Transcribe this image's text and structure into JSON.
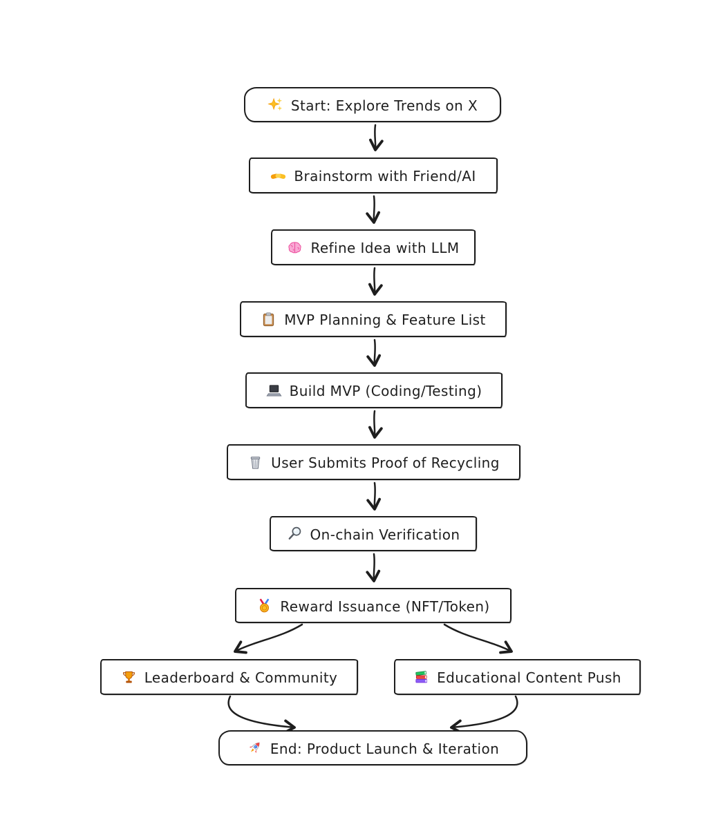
{
  "flowchart": {
    "background_color": "#ffffff",
    "stroke_color": "#1e1e1e",
    "node_fill_color": "#ffffff",
    "nodes": [
      {
        "id": "start",
        "emoji": "✨",
        "icon": "sparkles-icon",
        "label": "Start: Explore Trends on X",
        "shape": "rounded"
      },
      {
        "id": "brainstorm",
        "emoji": "🤝",
        "icon": "handshake-icon",
        "label": "Brainstorm with Friend/AI",
        "shape": "rect"
      },
      {
        "id": "refine",
        "emoji": "🧠",
        "icon": "brain-icon",
        "label": "Refine Idea with LLM",
        "shape": "rect"
      },
      {
        "id": "mvp-planning",
        "emoji": "📋",
        "icon": "clipboard-icon",
        "label": "MVP Planning & Feature List",
        "shape": "rect"
      },
      {
        "id": "build-mvp",
        "emoji": "💻",
        "icon": "laptop-icon",
        "label": "Build MVP (Coding/Testing)",
        "shape": "rect"
      },
      {
        "id": "submit-proof",
        "emoji": "🗑️",
        "icon": "wastebasket-icon",
        "label": "User Submits Proof of Recycling",
        "shape": "rect"
      },
      {
        "id": "verification",
        "emoji": "🔍",
        "icon": "magnifier-icon",
        "label": "On-chain Verification",
        "shape": "rect"
      },
      {
        "id": "reward",
        "emoji": "🏅",
        "icon": "medal-icon",
        "label": "Reward Issuance (NFT/Token)",
        "shape": "rect"
      },
      {
        "id": "leaderboard",
        "emoji": "🏆",
        "icon": "trophy-icon",
        "label": "Leaderboard & Community",
        "shape": "rect"
      },
      {
        "id": "education",
        "emoji": "📚",
        "icon": "books-icon",
        "label": "Educational Content Push",
        "shape": "rect"
      },
      {
        "id": "end",
        "emoji": "🚀",
        "icon": "rocket-icon",
        "label": "End: Product Launch & Iteration",
        "shape": "rounded"
      }
    ],
    "edges": [
      {
        "from": "start",
        "to": "brainstorm"
      },
      {
        "from": "brainstorm",
        "to": "refine"
      },
      {
        "from": "refine",
        "to": "mvp-planning"
      },
      {
        "from": "mvp-planning",
        "to": "build-mvp"
      },
      {
        "from": "build-mvp",
        "to": "submit-proof"
      },
      {
        "from": "submit-proof",
        "to": "verification"
      },
      {
        "from": "verification",
        "to": "reward"
      },
      {
        "from": "reward",
        "to": "leaderboard"
      },
      {
        "from": "reward",
        "to": "education"
      },
      {
        "from": "leaderboard",
        "to": "end"
      },
      {
        "from": "education",
        "to": "end"
      }
    ]
  }
}
